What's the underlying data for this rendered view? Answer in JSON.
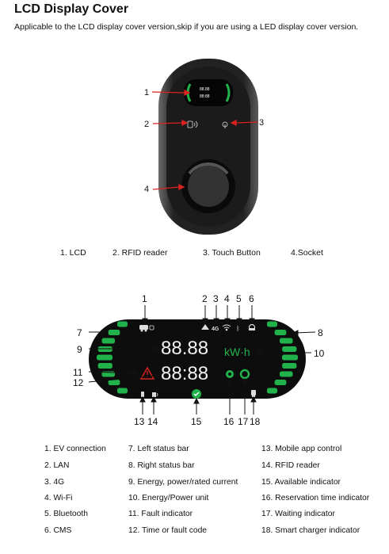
{
  "title": "LCD Display Cover",
  "subtitle": "Applicable to the LCD display cover version,skip if you are using a LED display cover version.",
  "charger_callouts": [
    "1",
    "2",
    "3",
    "4"
  ],
  "parts": [
    "1. LCD",
    "2. RFID reader",
    "3. Touch Button",
    "4.Socket"
  ],
  "lcd": {
    "callouts": [
      "1",
      "2",
      "3",
      "4",
      "5",
      "6",
      "7",
      "8",
      "9",
      "10",
      "11",
      "12",
      "13",
      "14",
      "15",
      "16",
      "17",
      "18"
    ],
    "digits_top": "88.88",
    "unit": "kW·h",
    "digits_bottom": "88:88"
  },
  "legend": [
    [
      "1. EV connection",
      "7.  Left status bar",
      "13. Mobile app control"
    ],
    [
      "2. LAN",
      "8.  Right status bar",
      "14. RFID reader"
    ],
    [
      "3. 4G",
      "9.  Energy, power/rated current",
      "15. Available indicator"
    ],
    [
      "4. Wi-Fi",
      "10. Energy/Power unit",
      "16. Reservation time indicator"
    ],
    [
      "5. Bluetooth",
      "11. Fault indicator",
      "17. Waiting indicator"
    ],
    [
      "6. CMS",
      "12. Time or fault code",
      "18. Smart charger indicator"
    ]
  ],
  "colors": {
    "green": "#22b24c",
    "red": "#d9231f",
    "display_bg": "#0d0d0d"
  }
}
